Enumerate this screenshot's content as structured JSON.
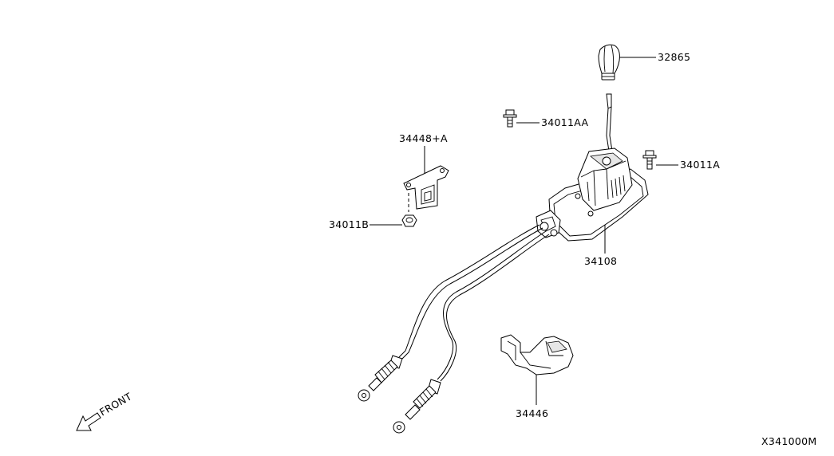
{
  "diagram": {
    "labels": {
      "knob": "32865",
      "bolt_aa": "34011AA",
      "bolt_a": "34011A",
      "bracket_plate": "34448+A",
      "nut": "34011B",
      "shifter_assembly": "34108",
      "cable_bracket": "34446",
      "front": "FRONT",
      "drawing_code": "X341000M"
    },
    "icons": {
      "front_arrow": "arrow-down-left-icon"
    },
    "colors": {
      "line": "#000000",
      "background": "#ffffff"
    }
  }
}
